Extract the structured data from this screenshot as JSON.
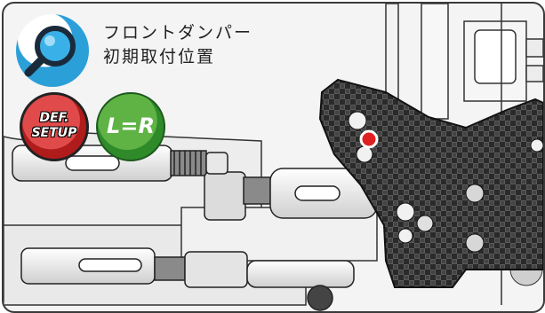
{
  "title": {
    "line1": "フロントダンパー",
    "line2": "初期取付位置"
  },
  "badges": {
    "magnify": "magnifying-glass-icon",
    "def_setup_line1": "DEF.",
    "def_setup_line2": "SETUP",
    "lr": "L=R"
  },
  "colors": {
    "carbon": "#2a2a2a",
    "marker_red": "#e02020",
    "lr_green": "#3f9a36",
    "def_red": "#c42a2a",
    "magnify_blue": "#2b9fd8"
  }
}
